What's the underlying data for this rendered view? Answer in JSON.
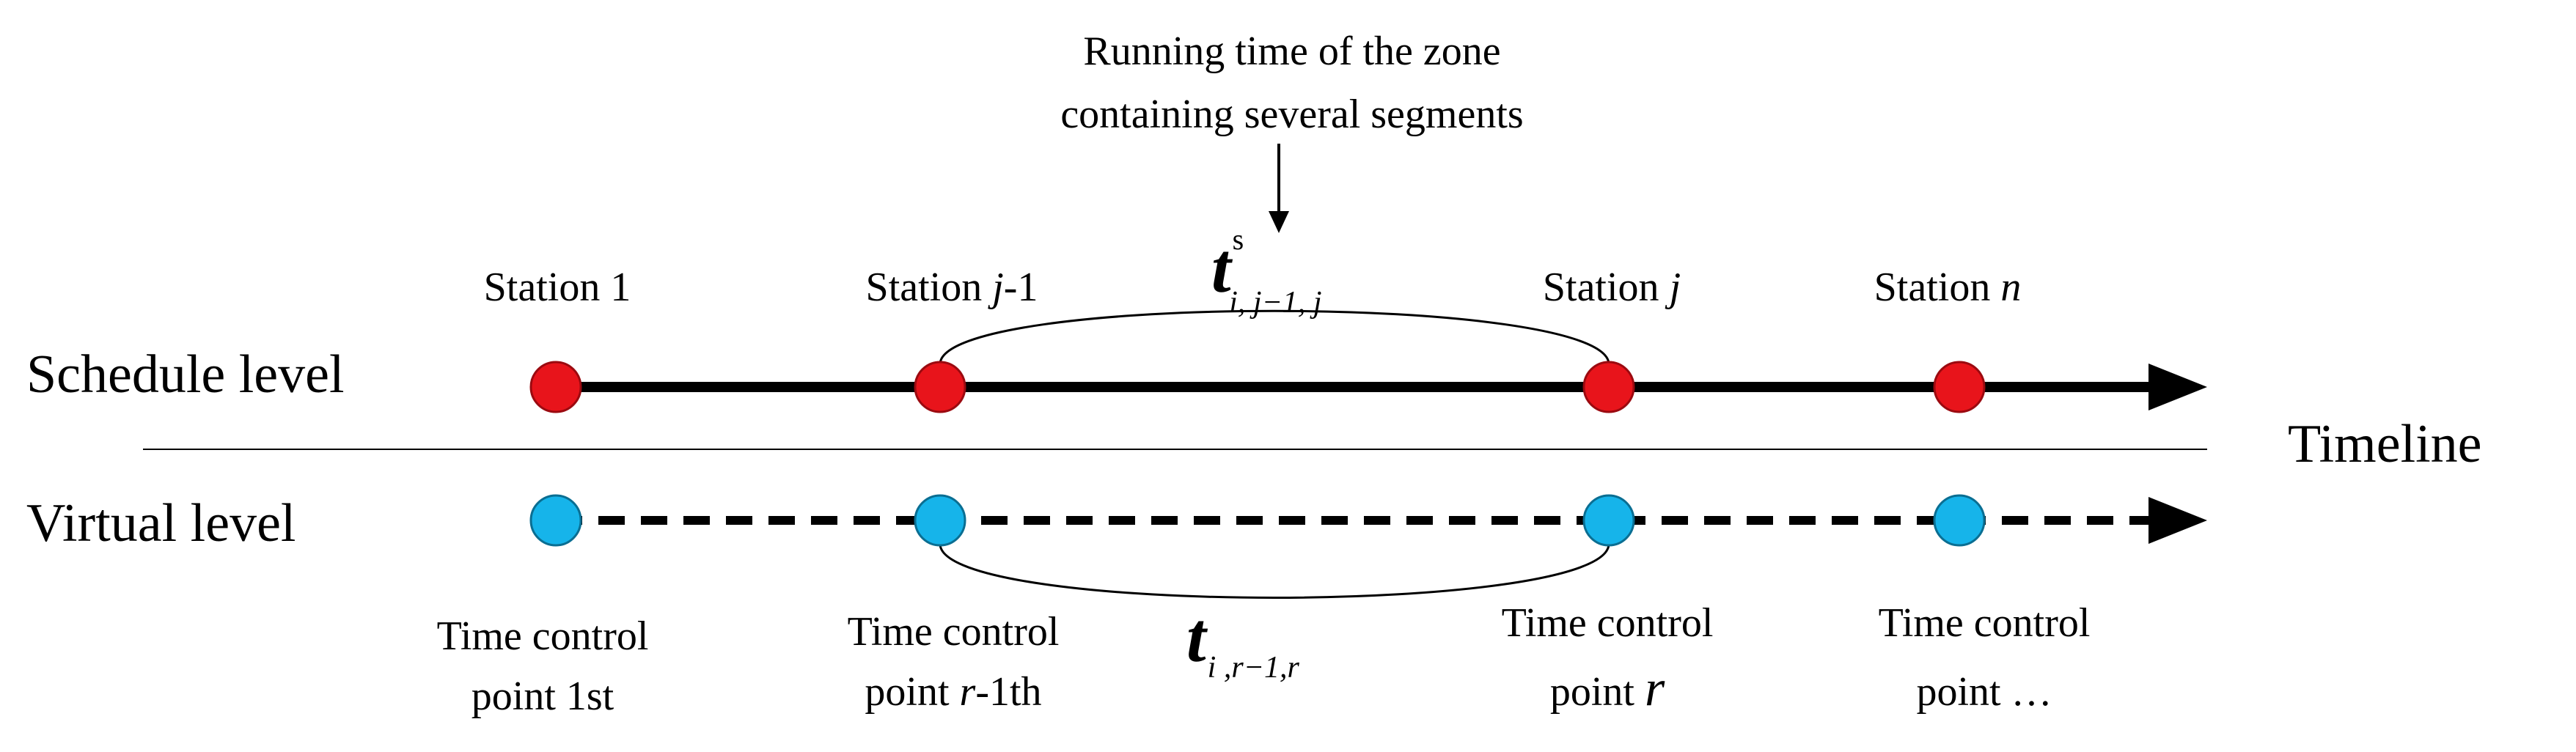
{
  "annotation": {
    "line1": "Running time of the zone",
    "line2": "containing several segments"
  },
  "levels": {
    "schedule": "Schedule level",
    "virtual": "Virtual level",
    "axis": "Timeline"
  },
  "stations": [
    {
      "pre": "Station 1",
      "var": ""
    },
    {
      "pre": "Station ",
      "var": "j",
      "post": "-1"
    },
    {
      "pre": "Station ",
      "var": "j",
      "post": ""
    },
    {
      "pre": "Station ",
      "var": "n",
      "post": ""
    }
  ],
  "control_points": [
    {
      "line1": "Time control",
      "line2_pre": "point 1st",
      "line2_var": "",
      "line2_post": ""
    },
    {
      "line1": "Time control",
      "line2_pre": "point ",
      "line2_var": "r",
      "line2_post": "-1th"
    },
    {
      "line1": "Time control",
      "line2_pre": "point ",
      "line2_var": "r",
      "line2_post": ""
    },
    {
      "line1": "Time control",
      "line2_pre": "point …",
      "line2_var": "",
      "line2_post": ""
    }
  ],
  "symbols": {
    "schedule_time": {
      "base": "t",
      "sup": "s",
      "sub": "i, j−1, j"
    },
    "virtual_time": {
      "base": "t",
      "sub": "i ,r−1,r"
    }
  },
  "colors": {
    "schedule_node": "#e8141b",
    "virtual_node": "#16b4ea",
    "line": "#000000"
  }
}
